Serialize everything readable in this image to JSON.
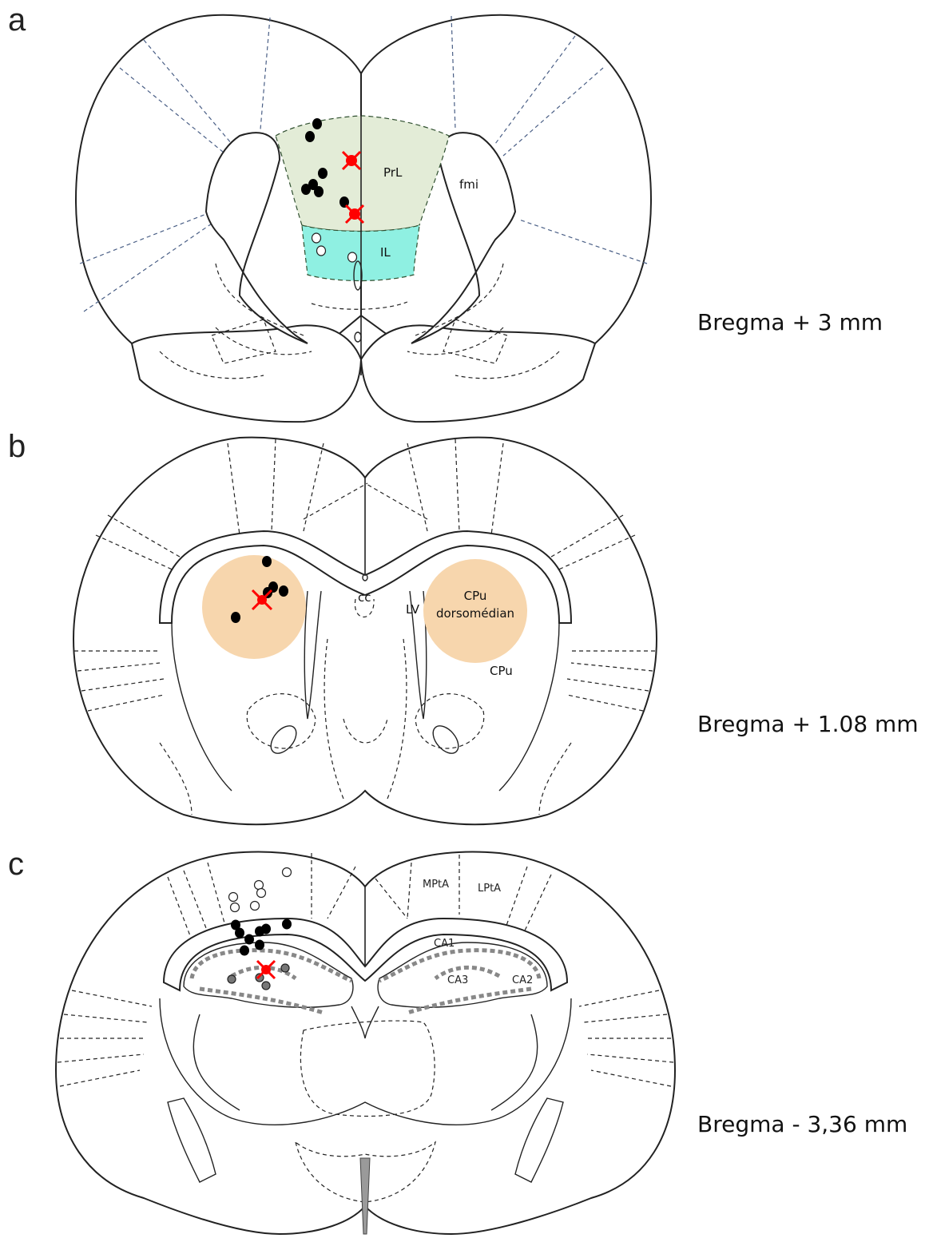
{
  "panels": [
    {
      "letter": "a",
      "bregma": "Bregma + 3 mm",
      "labels": {
        "prl": "PrL",
        "fmi": "fmi",
        "il": "IL"
      },
      "colors": {
        "prl_fill": "#e3ecd7",
        "il_fill": "#8ff0e2"
      }
    },
    {
      "letter": "b",
      "bregma": "Bregma + 1.08 mm",
      "labels": {
        "cc": "cc",
        "lv": "LV",
        "cpu_dm_1": "CPu",
        "cpu_dm_2": "dorsomédian",
        "cpu": "CPu"
      },
      "colors": {
        "target_fill": "#f7d6ad"
      }
    },
    {
      "letter": "c",
      "bregma": "Bregma - 3,36 mm",
      "labels": {
        "mpta": "MPtA",
        "lpta": "LPtA",
        "ca1": "CA1",
        "ca2": "CA2",
        "ca3": "CA3"
      },
      "colors": {
        "hippocampus_layer": "#8a8a8a"
      }
    }
  ],
  "colors": {
    "placement_marker": "#000000",
    "excluded_marker": "#ffffff",
    "cross_marker": "#ff0000"
  }
}
